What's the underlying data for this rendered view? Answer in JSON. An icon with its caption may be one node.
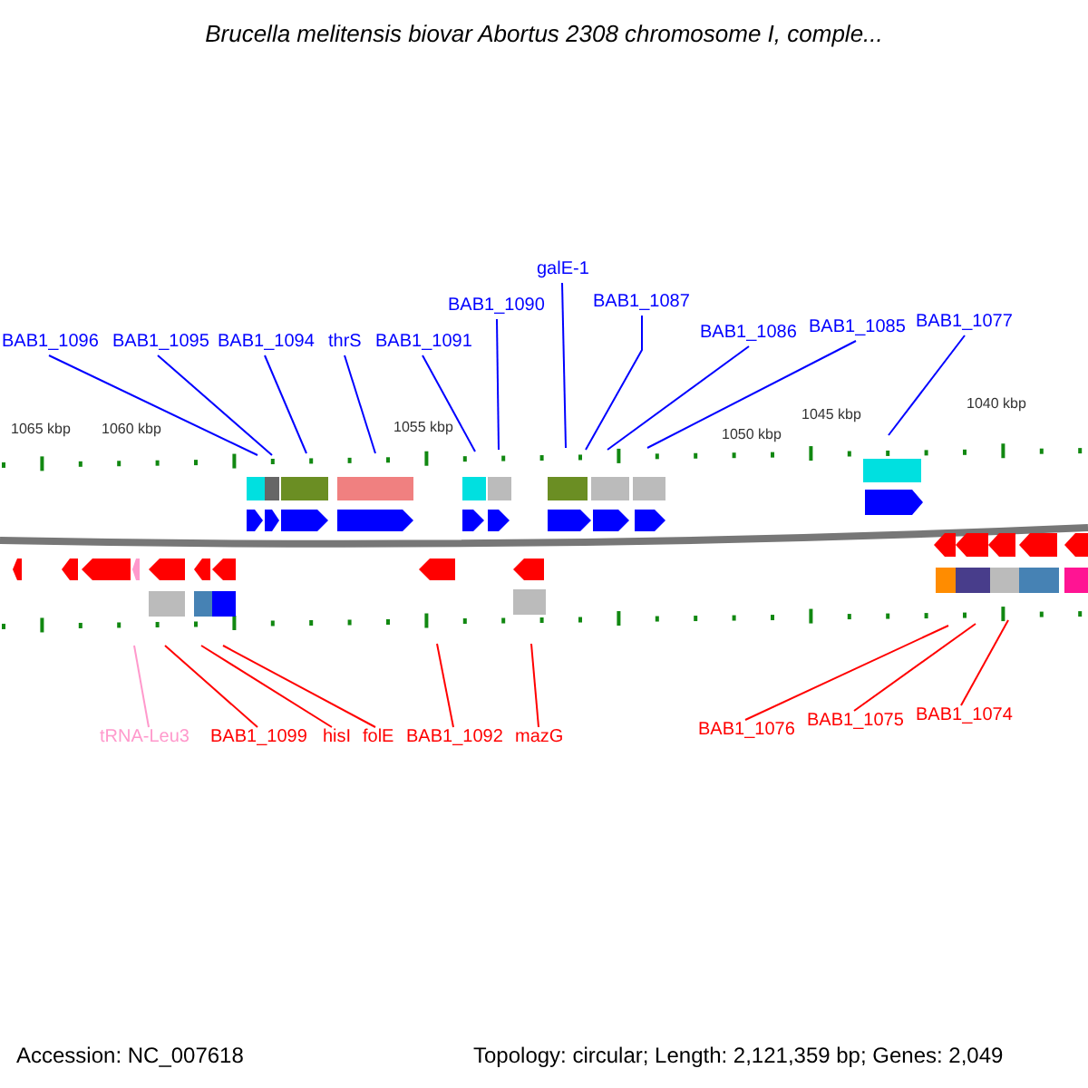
{
  "diagram": {
    "title": "Brucella melitensis biovar Abortus 2308 chromosome I, comple...",
    "nodes": [
      {
        "text": [
          "BAB1_1096"
        ]
      },
      {
        "text": [
          "BAB1_1095"
        ]
      },
      {
        "text": [
          "BAB1_1094"
        ]
      },
      {
        "text": [
          "thrS"
        ]
      },
      {
        "text": [
          "BAB1_1091"
        ]
      },
      {
        "text": [
          "BAB1_1090"
        ]
      },
      {
        "text": [
          "galE-1"
        ]
      },
      {
        "text": [
          "BAB1_1087"
        ]
      },
      {
        "text": [
          "BAB1_1086"
        ]
      },
      {
        "text": [
          "BAB1_1085"
        ]
      },
      {
        "text": [
          "BAB1_1077"
        ]
      },
      {
        "text": [
          "tRNA-Leu3"
        ]
      },
      {
        "text": [
          "BAB1_1099"
        ]
      },
      {
        "text": [
          "hisI"
        ]
      },
      {
        "text": [
          "folE"
        ]
      },
      {
        "text": [
          "BAB1_1092"
        ]
      },
      {
        "text": [
          "mazG"
        ]
      },
      {
        "text": [
          "BAB1_1076"
        ]
      },
      {
        "text": [
          "BAB1_1075"
        ]
      },
      {
        "text": [
          "BAB1_1074"
        ]
      }
    ],
    "edges": [
      {
        "from": 0,
        "to": null,
        "arrow": "none"
      },
      {
        "from": 1,
        "to": null,
        "arrow": "none"
      },
      {
        "from": 2,
        "to": null,
        "arrow": "none"
      },
      {
        "from": 3,
        "to": null,
        "arrow": "none"
      },
      {
        "from": 4,
        "to": null,
        "arrow": "none"
      },
      {
        "from": 5,
        "to": null,
        "arrow": "none"
      },
      {
        "from": 6,
        "to": null,
        "arrow": "none"
      },
      {
        "from": 7,
        "to": null,
        "arrow": "none"
      },
      {
        "from": 8,
        "to": null,
        "arrow": "none"
      },
      {
        "from": 9,
        "to": null,
        "arrow": "none"
      },
      {
        "from": 10,
        "to": null,
        "arrow": "none"
      },
      {
        "from": 11,
        "to": null,
        "arrow": "none",
        "color": "#ff99cc"
      },
      {
        "from": 12,
        "to": null,
        "arrow": "none",
        "color": "#ff0000"
      },
      {
        "from": 13,
        "to": null,
        "arrow": "none",
        "color": "#ff0000"
      },
      {
        "from": 14,
        "to": null,
        "arrow": "none",
        "color": "#ff0000"
      },
      {
        "from": 15,
        "to": null,
        "arrow": "none",
        "color": "#ff0000"
      },
      {
        "from": 16,
        "to": null,
        "arrow": "none",
        "color": "#ff0000"
      },
      {
        "from": 17,
        "to": null,
        "arrow": "none",
        "color": "#ff0000"
      },
      {
        "from": 18,
        "to": null,
        "arrow": "none",
        "color": "#ff0000"
      },
      {
        "from": 19,
        "to": null,
        "arrow": "none",
        "color": "#ff0000"
      }
    ],
    "labels": [
      "1065 kbp",
      "1060 kbp",
      "1055 kbp",
      "1050 kbp",
      "1045 kbp",
      "1040 kbp",
      "Accession: NC_007618",
      "Topology: circular; Length: 2,121,359 bp; Genes: 2,049"
    ]
  }
}
